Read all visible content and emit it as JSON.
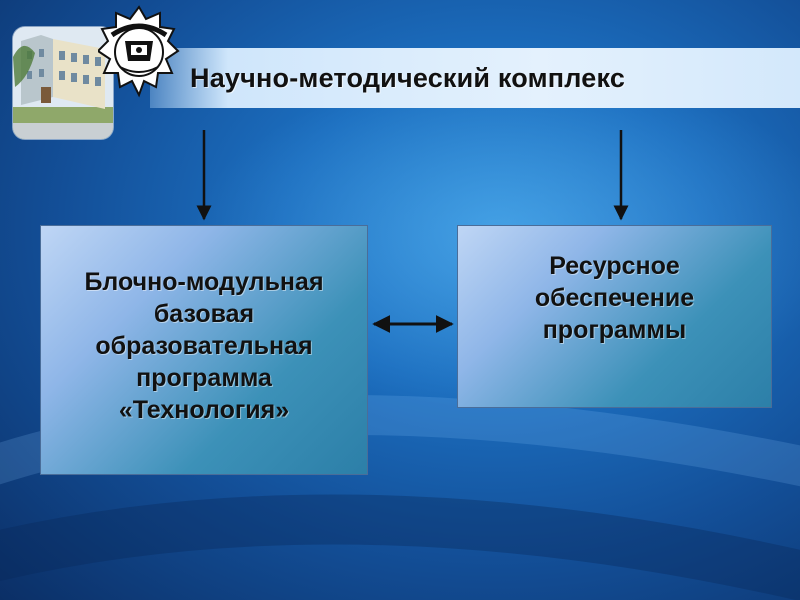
{
  "title": "Научно-методический комплекс",
  "boxes": {
    "left": {
      "lines": [
        "Блочно-модульная",
        "базовая",
        "образовательная",
        "программа",
        "«Технология»"
      ]
    },
    "right": {
      "lines": [
        "Ресурсное",
        "обеспечение",
        "программы"
      ]
    }
  },
  "colors": {
    "background": "#1c6fc0",
    "title_band": "#e4f1fd",
    "box_light": "#bfd6f5",
    "box_dark": "#2c7fa8",
    "arrow": "#000000"
  },
  "icons": [
    "school-building-photo",
    "emblem-logo"
  ]
}
